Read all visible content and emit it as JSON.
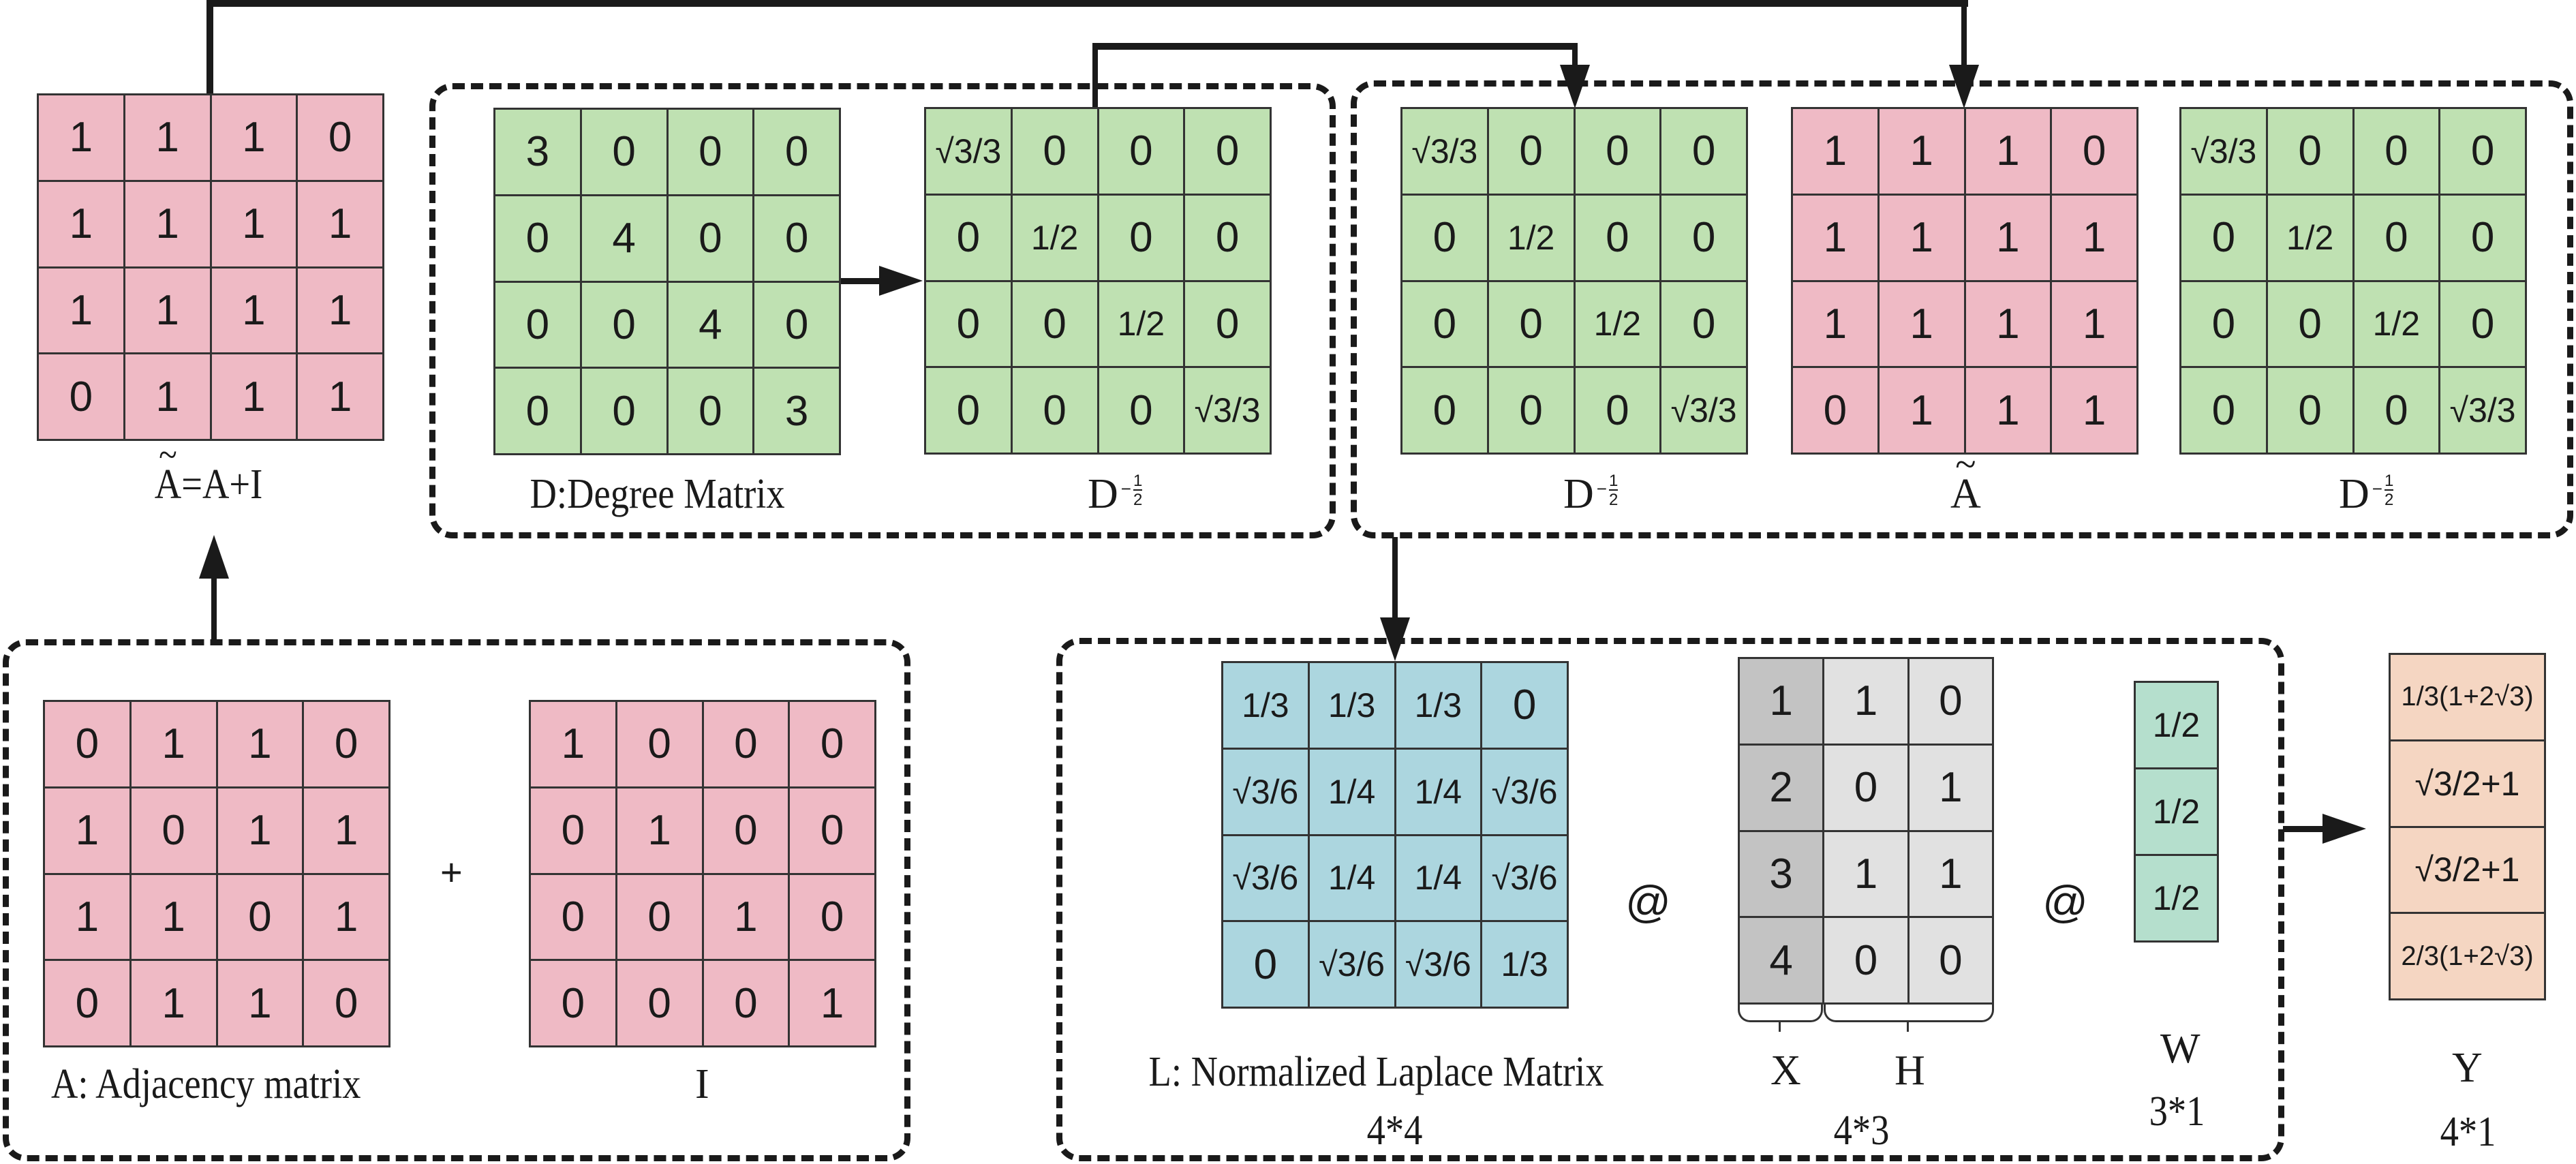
{
  "matrices": {
    "a_tilde_top": {
      "label_prefix": "A",
      "label_rest": "=A+I",
      "rows": [
        [
          "1",
          "1",
          "1",
          "0"
        ],
        [
          "1",
          "1",
          "1",
          "1"
        ],
        [
          "1",
          "1",
          "1",
          "1"
        ],
        [
          "0",
          "1",
          "1",
          "1"
        ]
      ]
    },
    "degree": {
      "label": "D:Degree Matrix",
      "rows": [
        [
          "3",
          "0",
          "0",
          "0"
        ],
        [
          "0",
          "4",
          "0",
          "0"
        ],
        [
          "0",
          "0",
          "4",
          "0"
        ],
        [
          "0",
          "0",
          "0",
          "3"
        ]
      ]
    },
    "d_inv_sqrt": {
      "label": "D",
      "exponent_sign": "−",
      "exponent_num": "1",
      "exponent_den": "2",
      "rows": [
        [
          "√3/3",
          "0",
          "0",
          "0"
        ],
        [
          "0",
          "1/2",
          "0",
          "0"
        ],
        [
          "0",
          "0",
          "1/2",
          "0"
        ],
        [
          "0",
          "0",
          "0",
          "√3/3"
        ]
      ]
    },
    "product_left": {
      "label": "D",
      "rows": [
        [
          "√3/3",
          "0",
          "0",
          "0"
        ],
        [
          "0",
          "1/2",
          "0",
          "0"
        ],
        [
          "0",
          "0",
          "1/2",
          "0"
        ],
        [
          "0",
          "0",
          "0",
          "√3/3"
        ]
      ]
    },
    "product_middle": {
      "label": "A",
      "rows": [
        [
          "1",
          "1",
          "1",
          "0"
        ],
        [
          "1",
          "1",
          "1",
          "1"
        ],
        [
          "1",
          "1",
          "1",
          "1"
        ],
        [
          "0",
          "1",
          "1",
          "1"
        ]
      ]
    },
    "product_right": {
      "label": "D",
      "rows": [
        [
          "√3/3",
          "0",
          "0",
          "0"
        ],
        [
          "0",
          "1/2",
          "0",
          "0"
        ],
        [
          "0",
          "0",
          "1/2",
          "0"
        ],
        [
          "0",
          "0",
          "0",
          "√3/3"
        ]
      ]
    },
    "adjacency": {
      "label": "A: Adjacency matrix",
      "rows": [
        [
          "0",
          "1",
          "1",
          "0"
        ],
        [
          "1",
          "0",
          "1",
          "1"
        ],
        [
          "1",
          "1",
          "0",
          "1"
        ],
        [
          "0",
          "1",
          "1",
          "0"
        ]
      ]
    },
    "identity": {
      "label": "I",
      "rows": [
        [
          "1",
          "0",
          "0",
          "0"
        ],
        [
          "0",
          "1",
          "0",
          "0"
        ],
        [
          "0",
          "0",
          "1",
          "0"
        ],
        [
          "0",
          "0",
          "0",
          "1"
        ]
      ]
    },
    "laplace": {
      "label": "L: Normalized Laplace Matrix",
      "shape": "4*4",
      "rows": [
        [
          "1/3",
          "1/3",
          "1/3",
          "0"
        ],
        [
          "√3/6",
          "1/4",
          "1/4",
          "√3/6"
        ],
        [
          "√3/6",
          "1/4",
          "1/4",
          "√3/6"
        ],
        [
          "0",
          "√3/6",
          "√3/6",
          "1/3"
        ]
      ]
    },
    "features": {
      "label_x": "X",
      "label_h": "H",
      "shape": "4*3",
      "rows": [
        [
          "1",
          "1",
          "0"
        ],
        [
          "2",
          "0",
          "1"
        ],
        [
          "3",
          "1",
          "1"
        ],
        [
          "4",
          "0",
          "0"
        ]
      ]
    },
    "weights": {
      "label": "W",
      "shape": "3*1",
      "rows": [
        [
          "1/2"
        ],
        [
          "1/2"
        ],
        [
          "1/2"
        ]
      ]
    },
    "output": {
      "label": "Y",
      "shape": "4*1",
      "rows": [
        [
          "1/3(1+2√3)"
        ],
        [
          "√3/2+1"
        ],
        [
          "√3/2+1"
        ],
        [
          "2/3(1+2√3)"
        ]
      ]
    }
  },
  "operators": {
    "plus": "+",
    "matmul_1": "@",
    "matmul_2": "@"
  },
  "colors": {
    "pink": "#efbac5",
    "green": "#bfe1b2",
    "blue": "#acd6df",
    "x_gray": "#c3c3c3",
    "h_gray": "#e1e1e1",
    "w_green": "#b5dfcd",
    "y_peach": "#f5d6c2"
  }
}
